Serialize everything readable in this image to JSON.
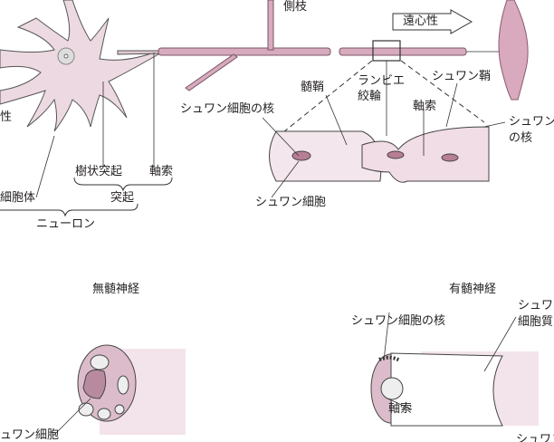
{
  "top_diagram": {
    "collateral": "側枝",
    "centrifugal": "遠心性",
    "centripetal_partial": "性",
    "dendrite": "樹状突起",
    "axon": "軸索",
    "cell_body_partial": "細胞体",
    "process": "突起",
    "neuron": "ニューロン",
    "schwann_nucleus": "シュワン細胞の核",
    "myelin_sheath": "髄鞘",
    "ranvier_line1": "ランビエ",
    "ranvier_line2": "絞輪",
    "axon_detail": "軸索",
    "schwann_sheath": "シュワン鞘",
    "schwann_nucleus_right_line1": "シュワン",
    "schwann_nucleus_right_line2": "の核",
    "schwann_cell": "シュワン細胞"
  },
  "bottom_left": {
    "title": "無髄神経",
    "schwann_cell_partial": "ュワン細胞"
  },
  "bottom_right": {
    "title": "有髄神経",
    "schwann_nucleus": "シュワン細胞の核",
    "cytoplasm_line1": "シュワン細",
    "cytoplasm_line2": "細胞質",
    "axon": "軸索",
    "schwann_partial": "シュワン細"
  },
  "colors": {
    "tissue": "#e9d3dc",
    "tissue_dark": "#b07a92",
    "outline": "#3a3a3a"
  }
}
